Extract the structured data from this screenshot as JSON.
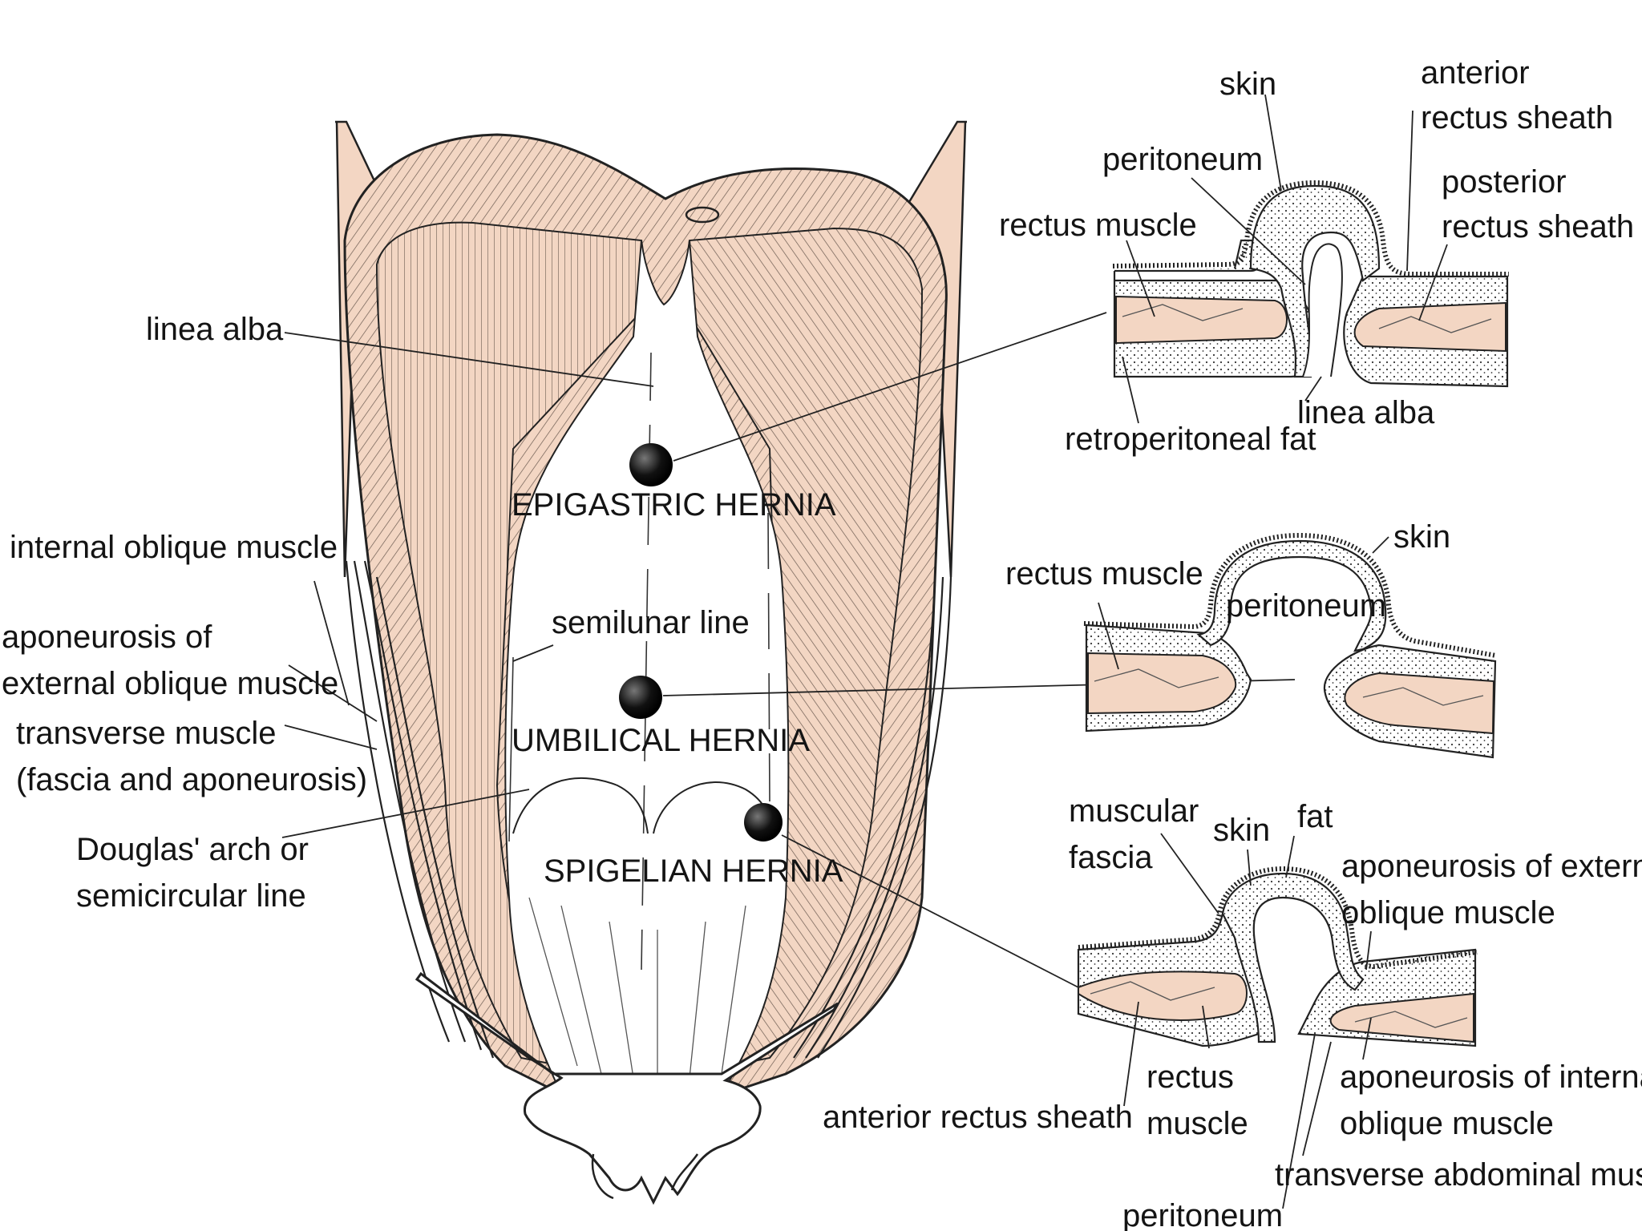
{
  "colors": {
    "muscle_fill": "#f3d6c3",
    "ink": "#141414",
    "background": "#ffffff"
  },
  "main_figure": {
    "labels": {
      "linea_alba": "linea alba",
      "internal_oblique": "internal oblique muscle",
      "aponeurosis_external_line1": "aponeurosis of",
      "aponeurosis_external_line2": "external oblique muscle",
      "transverse_line1": "transverse muscle",
      "transverse_line2": "(fascia and aponeurosis)",
      "douglas_line1": "Douglas' arch or",
      "douglas_line2": "semicircular line",
      "semilunar": "semilunar line",
      "epigastric": "EPIGASTRIC HERNIA",
      "umbilical": "UMBILICAL HERNIA",
      "spigelian": "SPIGELIAN HERNIA"
    }
  },
  "inset_epigastric": {
    "skin": "skin",
    "anterior_line1": "anterior",
    "anterior_line2": "rectus sheath",
    "peritoneum": "peritoneum",
    "posterior_line1": "posterior",
    "posterior_line2": "rectus sheath",
    "rectus_muscle": "rectus muscle",
    "linea_alba": "linea alba",
    "retroperitoneal_fat": "retroperitoneal fat"
  },
  "inset_umbilical": {
    "skin": "skin",
    "rectus_muscle": "rectus muscle",
    "peritoneum": "peritoneum"
  },
  "inset_spigelian": {
    "muscular_line1": "muscular",
    "muscular_line2": "fascia",
    "skin": "skin",
    "fat": "fat",
    "aponeurosis_external_line1": "aponeurosis of external",
    "aponeurosis_external_line2": "oblique muscle",
    "anterior_rectus_sheath": "anterior rectus sheath",
    "rectus_line1": "rectus",
    "rectus_line2": "muscle",
    "aponeurosis_internal_line1": "aponeurosis of internal",
    "aponeurosis_internal_line2": "oblique muscle",
    "transverse_abdominal": "transverse abdominal muscle",
    "peritoneum": "peritoneum"
  }
}
